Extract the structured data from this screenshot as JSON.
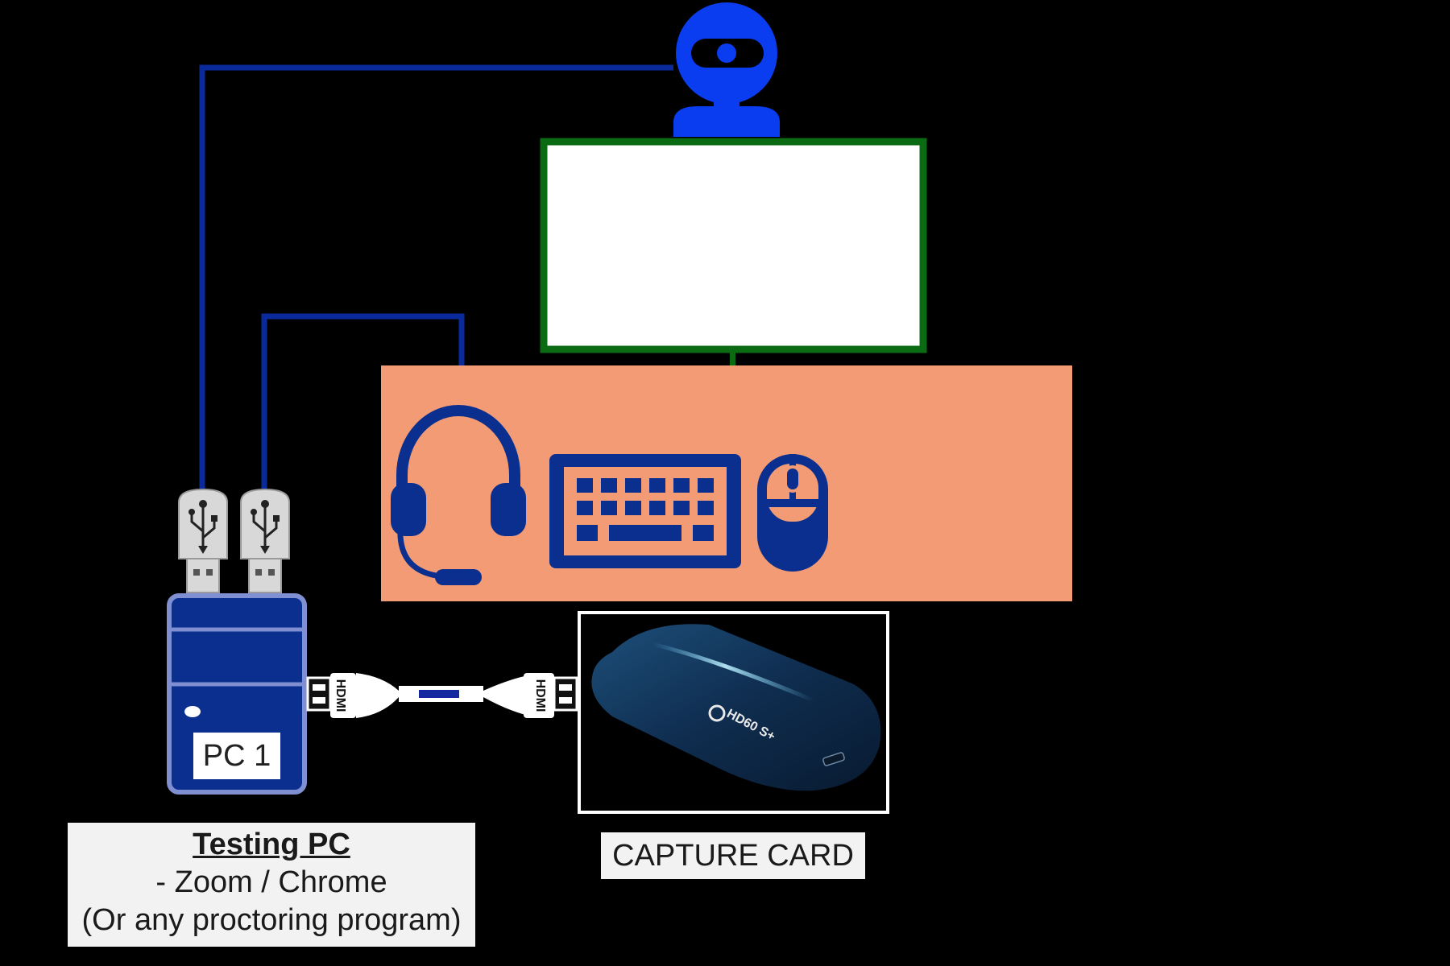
{
  "colors": {
    "background": "#000000",
    "cable": "#0a2a9c",
    "peripheral_blue": "#0b2f8f",
    "webcam_blue": "#0a3df0",
    "monitor_frame": "#0b6b12",
    "desk": "#f29b74",
    "usb_grey": "#d8d8d8",
    "capture_card_frame": "#ffffff"
  },
  "icons": {
    "webcam": "webcam-icon",
    "monitor": "monitor-icon",
    "headset": "headset-icon",
    "keyboard": "keyboard-icon",
    "mouse": "mouse-icon",
    "usb_left": "usb-icon",
    "usb_right": "usb-icon",
    "pc": "pc-tower-icon",
    "hdmi_cable": "hdmi-cable-icon",
    "capture_card": "capture-card-image"
  },
  "pc": {
    "name": "PC 1"
  },
  "hdmi": {
    "left_label": "HDMI",
    "right_label": "HDMI"
  },
  "capture_card": {
    "device_text": "HD60 S+",
    "label": "CAPTURE CARD"
  },
  "testing_pc": {
    "title": "Testing PC",
    "line1": "- Zoom / Chrome",
    "line2": "(Or any proctoring program)"
  }
}
